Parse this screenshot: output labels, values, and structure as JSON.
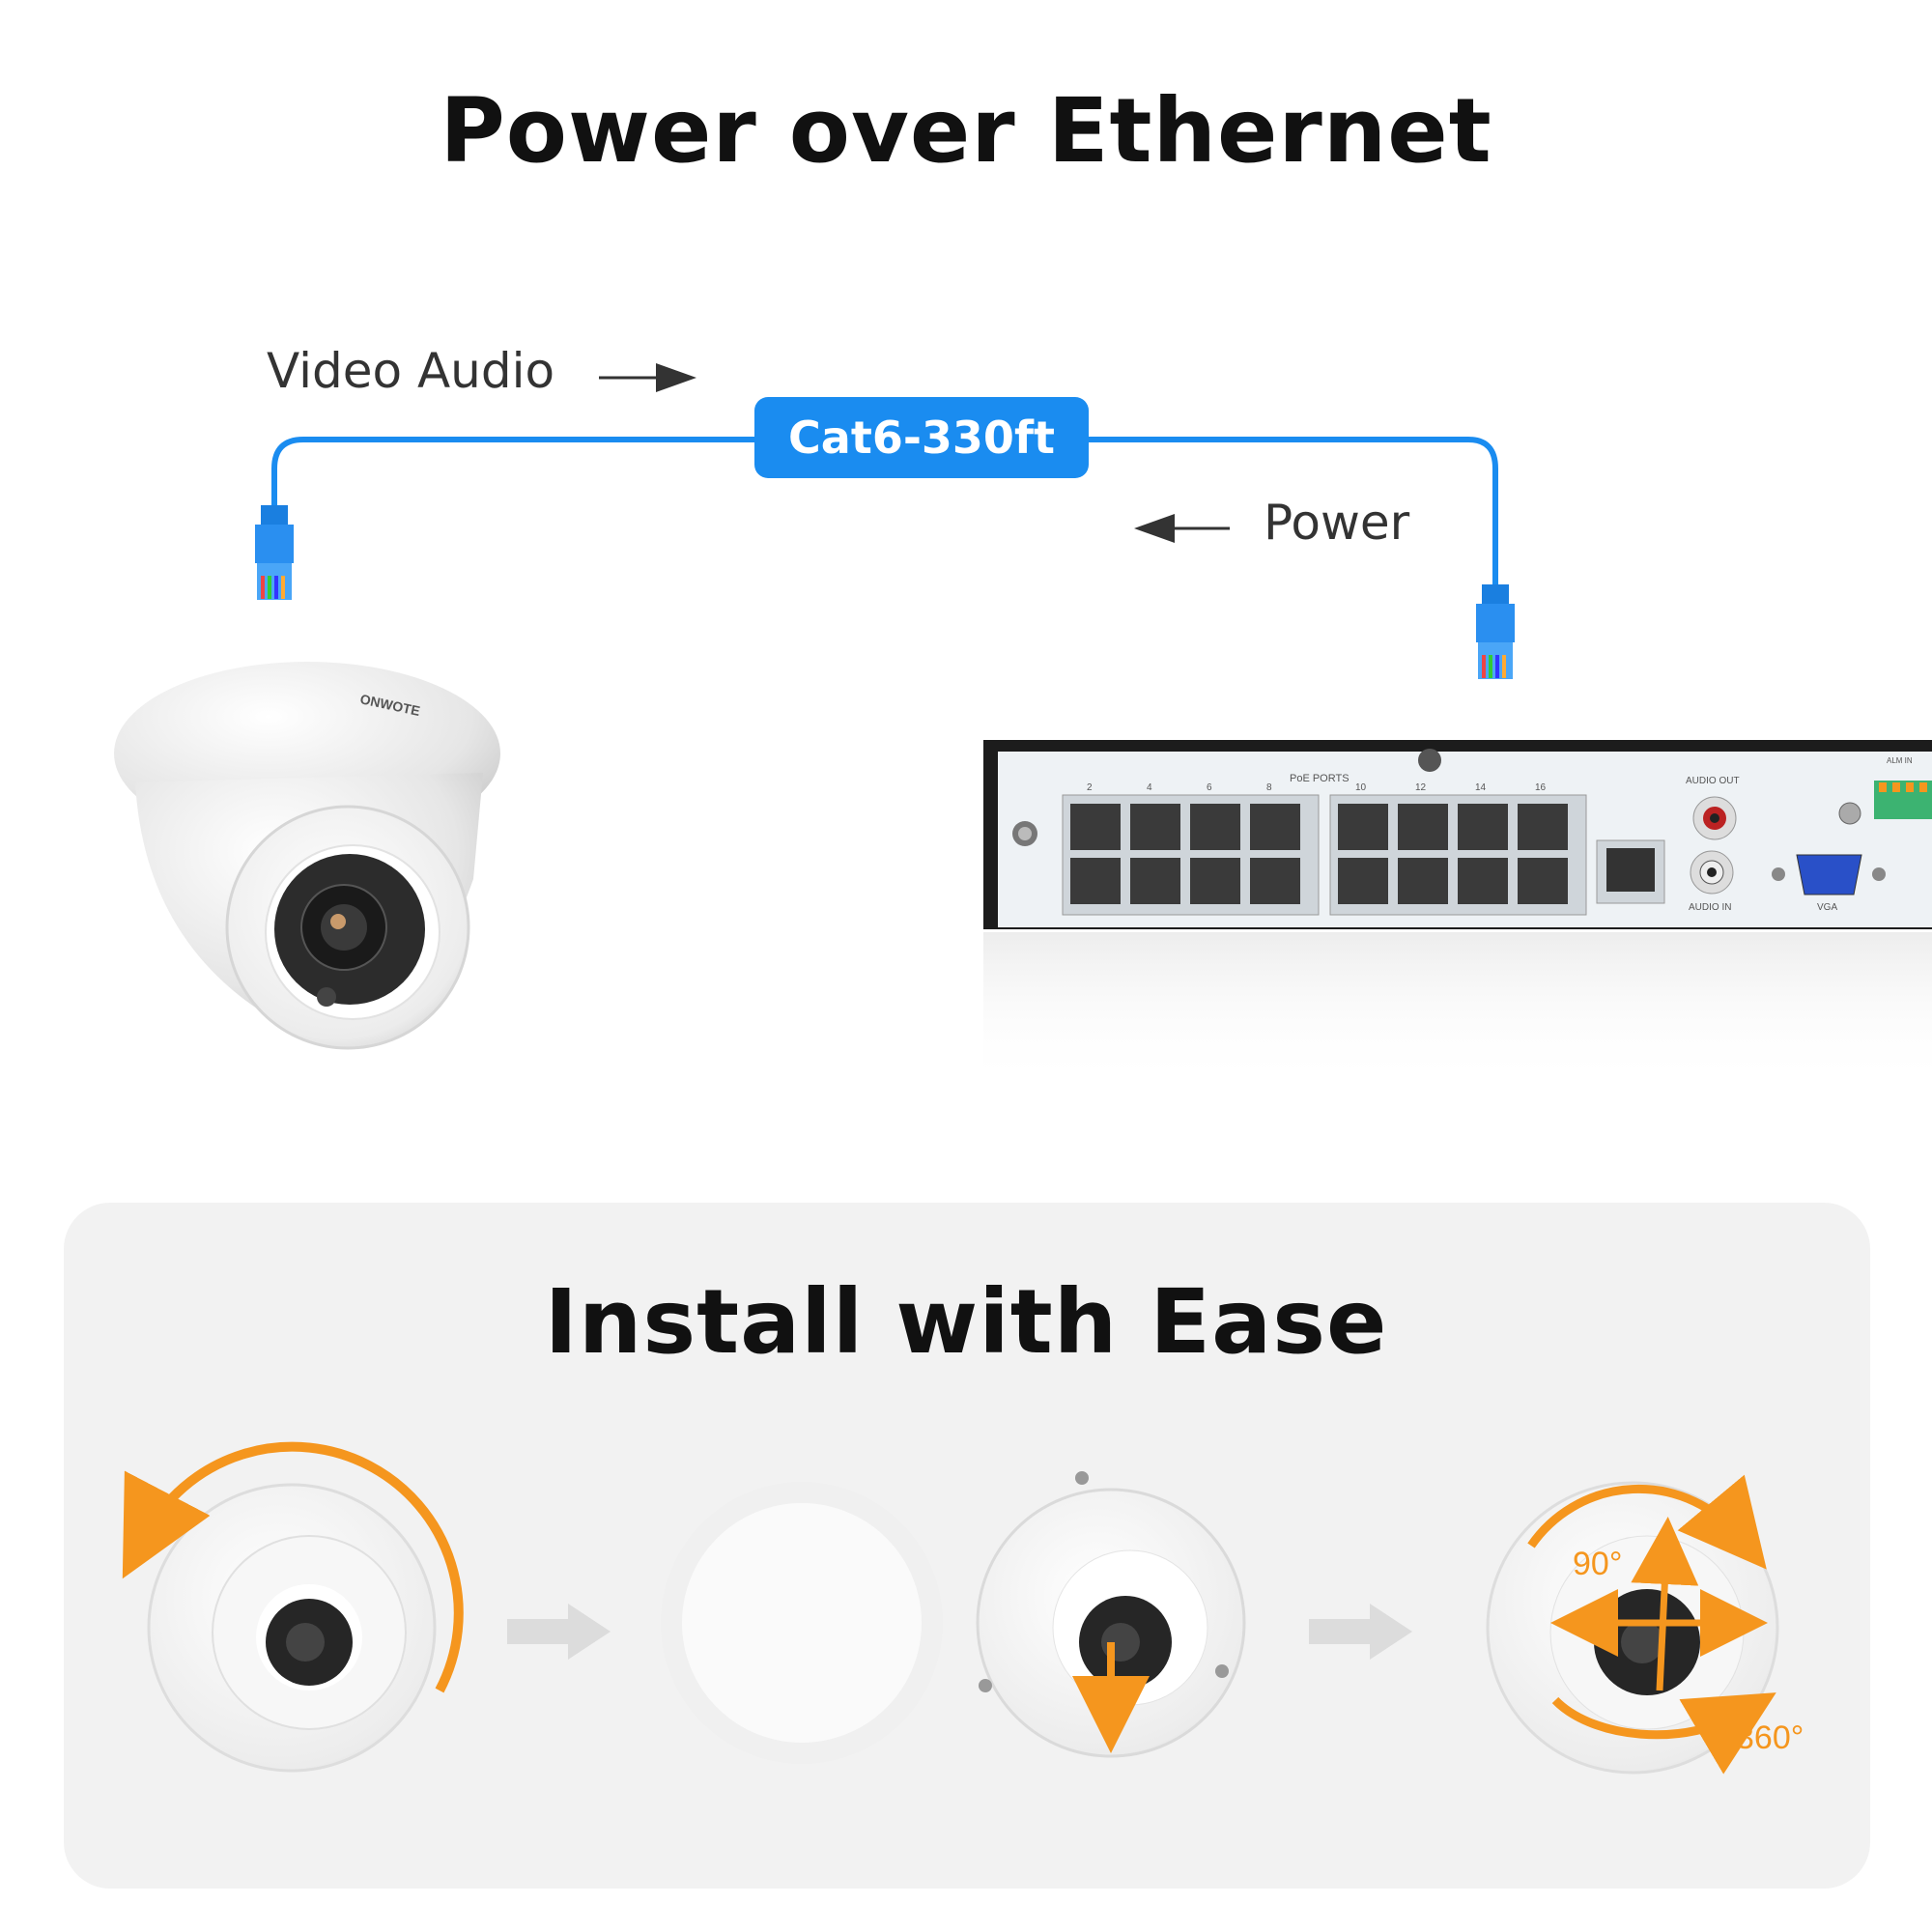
{
  "poe": {
    "title": "Power over Ethernet",
    "video_audio_label": "Video Audio",
    "power_label": "Power",
    "cable_label": "Cat6-330ft",
    "camera_brand": "ONWOTE",
    "nvr": {
      "poe_ports_label": "PoE PORTS",
      "port_numbers_top": [
        "2",
        "4",
        "6",
        "8",
        "10",
        "12",
        "14",
        "16"
      ],
      "audio_out_label": "AUDIO OUT",
      "audio_in_label": "AUDIO IN",
      "vga_label": "VGA",
      "alarm_in_label": "ALM IN"
    }
  },
  "install": {
    "title": "Install with Ease",
    "tilt_label": "90°",
    "rotate_label": "360°"
  },
  "colors": {
    "cable_blue": "#1a8cf0",
    "accent_orange": "#f5961e",
    "panel_gray": "#f2f2f2",
    "nvr_body": "#1c1c1c",
    "nvr_face": "#eef2f5"
  }
}
